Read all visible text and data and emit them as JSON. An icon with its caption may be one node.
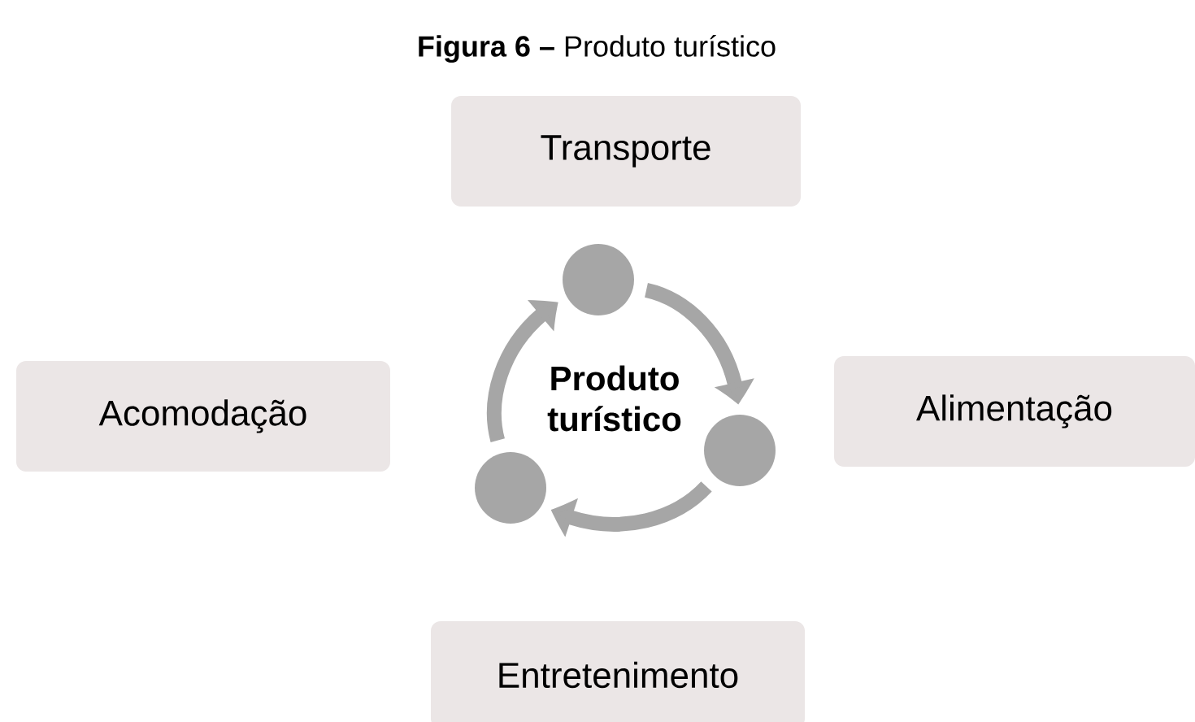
{
  "diagram": {
    "title": "**Figura 6 –** Produto turístico",
    "nodes": [
      {
        "text": [
          "Transporte"
        ]
      },
      {
        "text": [
          "Acomodação"
        ]
      },
      {
        "text": [
          "Alimentação"
        ]
      },
      {
        "text": [
          "Entretenimento"
        ]
      },
      {
        "text": [],
        "shape": "circle"
      },
      {
        "text": [],
        "shape": "circle"
      },
      {
        "text": [],
        "shape": "circle"
      }
    ],
    "edges": [
      {
        "from": 4,
        "to": 5,
        "arrow": "to"
      },
      {
        "from": 5,
        "to": 6,
        "arrow": "to"
      },
      {
        "from": 6,
        "to": 4,
        "arrow": "to"
      }
    ],
    "labels": [
      "Produto turístico"
    ]
  }
}
